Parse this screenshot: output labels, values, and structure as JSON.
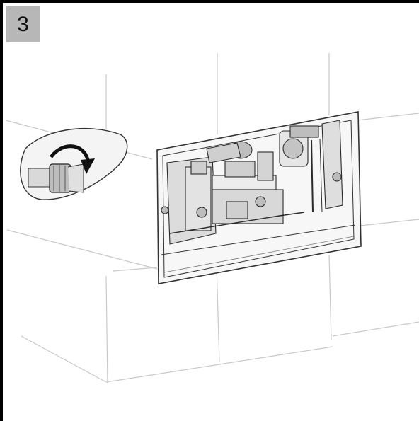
{
  "step": {
    "number": "3"
  },
  "icons": [
    "tile-grid-wall",
    "flush-plate-frame",
    "cistern-valve-mechanism",
    "inlet-nut-rotate-detail",
    "clockwise-arrow-icon"
  ]
}
